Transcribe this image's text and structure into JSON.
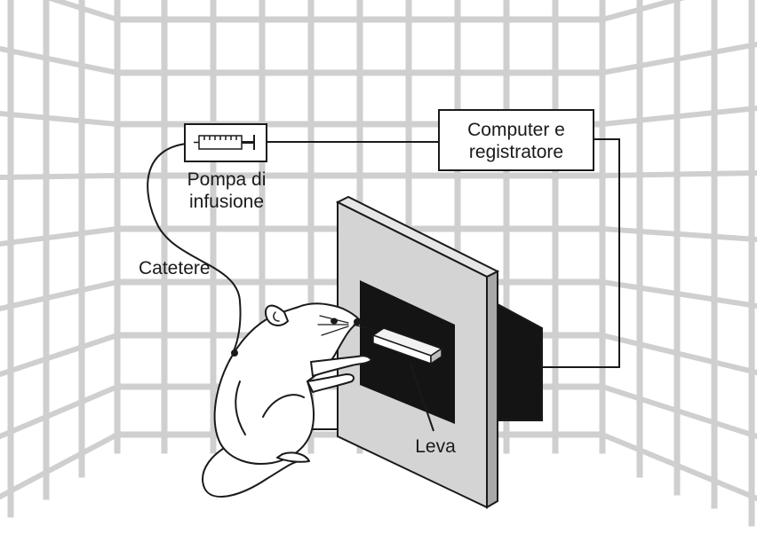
{
  "labels": {
    "computer_line1": "Computer e",
    "computer_line2": "registratore",
    "pump_line1": "Pompa di",
    "pump_line2": "infusione",
    "catheter": "Catetere",
    "lever": "Leva"
  },
  "colors": {
    "grid": "#cfcfcf",
    "panel": "#d4d4d4",
    "opening": "#141414",
    "ink": "#1a1a1a",
    "background": "#ffffff"
  },
  "icons": {
    "syringe": "syringe-icon",
    "rat": "rat-figure"
  }
}
